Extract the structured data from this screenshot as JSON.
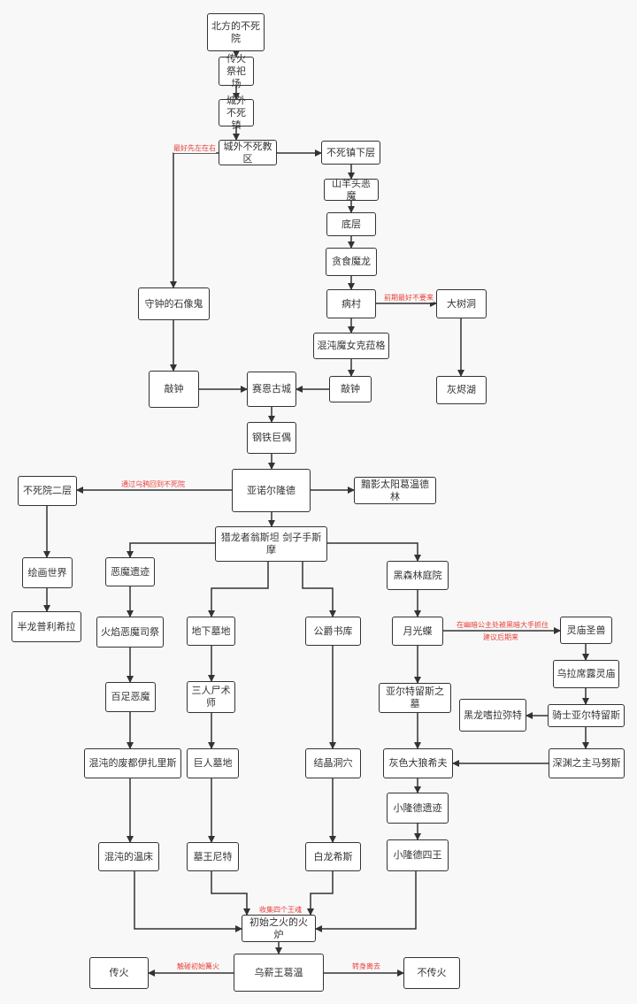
{
  "nodes": {
    "n1": "北方的不死院",
    "n2": "传火祭祀场",
    "n3": "城外不死镇",
    "n4": "城外不死教区",
    "n5": "不死镇下层",
    "n6": "山羊头恶魔",
    "n7": "底层",
    "n8": "贪食魔龙",
    "n9": "病村",
    "n10": "大树洞",
    "n11": "混沌魔女克菈格",
    "n12": "灰烬湖",
    "n13": "敲钟",
    "n14": "敲钟",
    "n15": "赛恩古城",
    "n16": "守钟的石像鬼",
    "n17": "钢铁巨偶",
    "n18": "亚诺尔隆德",
    "n19": "黯影太阳葛温德林",
    "n20": "不死院二层",
    "n21": "猎龙者翁斯坦  剑子手斯摩",
    "n22": "恶魔遗迹",
    "n23": "黑森林庭院",
    "n24": "绘画世界",
    "n25": "半龙普利希拉",
    "n26": "火焰恶魔司祭",
    "n27": "地下墓地",
    "n28": "公爵书库",
    "n29": "月光蝶",
    "n30": "灵庙圣兽",
    "n31": "乌拉席露灵庙",
    "n32": "百足恶魔",
    "n33": "三人尸术师",
    "n34": "亚尔特留斯之墓",
    "n35": "黑龙嗜拉弥特",
    "n36": "骑士亚尔特留斯",
    "n37": "混沌的废都伊扎里斯",
    "n38": "巨人墓地",
    "n39": "结晶洞穴",
    "n40": "灰色大狼希夫",
    "n41": "深渊之主马努斯",
    "n42": "小隆德遗迹",
    "n43": "混沌的温床",
    "n44": "墓王尼特",
    "n45": "白龙希斯",
    "n46": "小隆德四王",
    "n47": "初始之火的火炉",
    "n48": "乌薪王葛温",
    "n49": "传火",
    "n50": "不传火"
  },
  "edge_labels": {
    "left_first": "最好先左在右",
    "early_avoid": "前期最好不要来",
    "crow": "通过乌鸦回到不死院",
    "dark_hand": "在幽暗公主处被黑暗大手抓住",
    "later": "建议后期来",
    "four_souls": "收集四个王魂",
    "touch_bonfire": "触碰初始篝火",
    "walk_away": "转身离去"
  },
  "colors": {
    "line": "#333333",
    "annotation": "#e8413c"
  }
}
